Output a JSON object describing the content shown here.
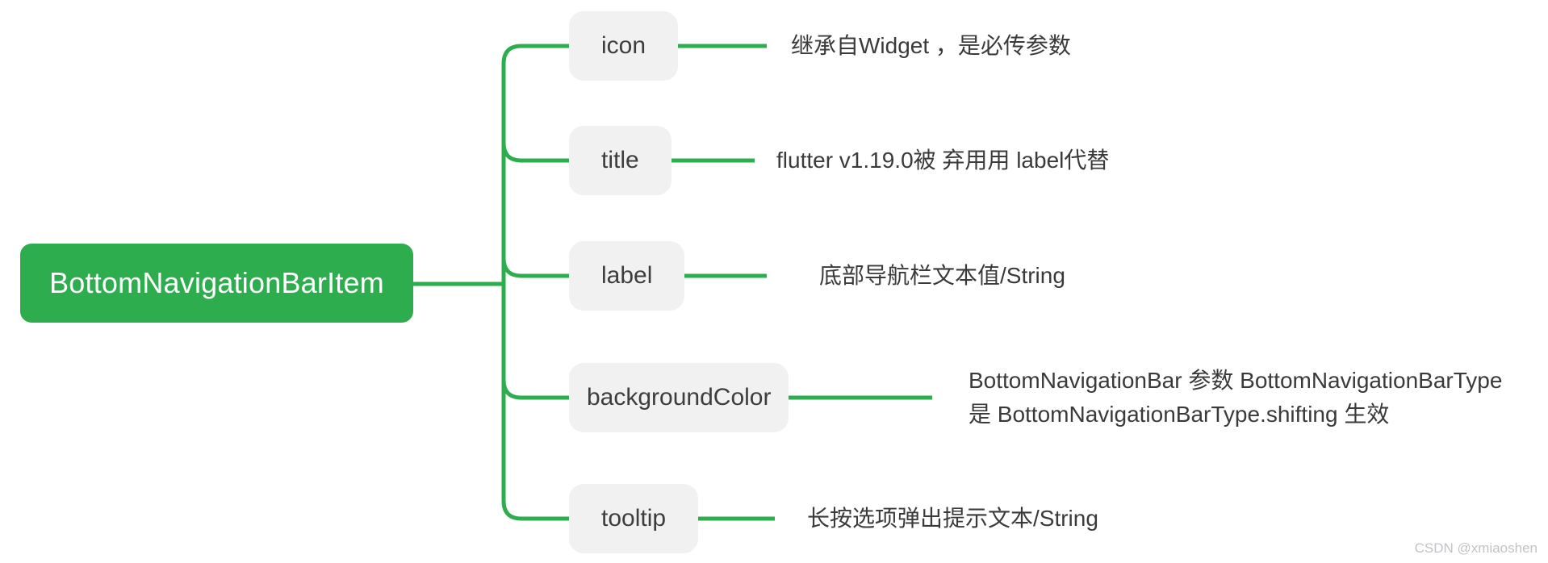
{
  "colors": {
    "accent-green": "#2EAD4E",
    "node-bg": "#F1F1F2",
    "node-text": "#3D3D3D",
    "desc-text": "#3A3A3A",
    "root-text": "#FFFFFF",
    "watermark": "#C3C3C7"
  },
  "root": {
    "label": "BottomNavigationBarItem"
  },
  "branches": [
    {
      "label": "icon",
      "description": "继承自Widget ，是必传参数"
    },
    {
      "label": "title",
      "description": "flutter v1.19.0被 弃用用 label代替"
    },
    {
      "label": "label",
      "description": "底部导航栏文本值/String"
    },
    {
      "label": "backgroundColor",
      "description": "BottomNavigationBar 参数 BottomNavigationBarType\n是 BottomNavigationBarType.shifting 生效"
    },
    {
      "label": "tooltip",
      "description": "长按选项弹出提示文本/String"
    }
  ],
  "watermark": "CSDN @xmiaoshen"
}
